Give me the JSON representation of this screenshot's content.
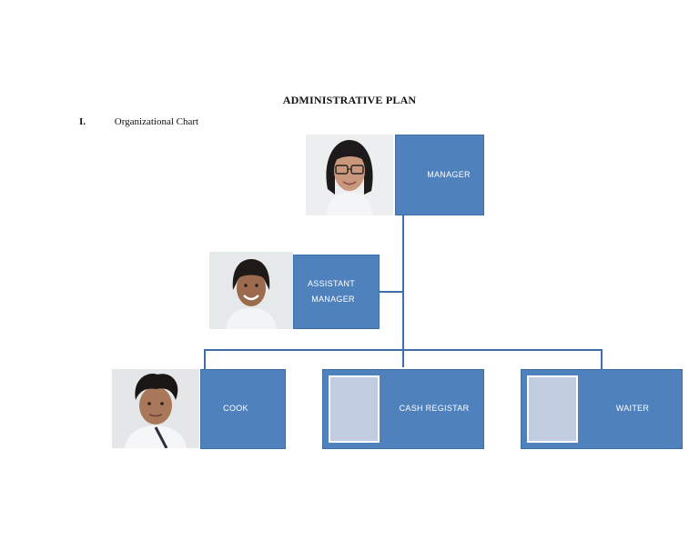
{
  "document": {
    "title": "ADMINISTRATIVE PLAN",
    "section_number": "I.",
    "section_title": "Organizational Chart"
  },
  "chart": {
    "manager": "MANAGER",
    "assistant_manager_line1": "ASSISTANT",
    "assistant_manager_line2": "MANAGER",
    "cook": "COOK",
    "cash_registar": "CASH REGISTAR",
    "waiter": "WAITER"
  },
  "colors": {
    "box_fill": "#4f81bd",
    "connector": "#3f6fa8",
    "placeholder": "#c1cce1"
  }
}
